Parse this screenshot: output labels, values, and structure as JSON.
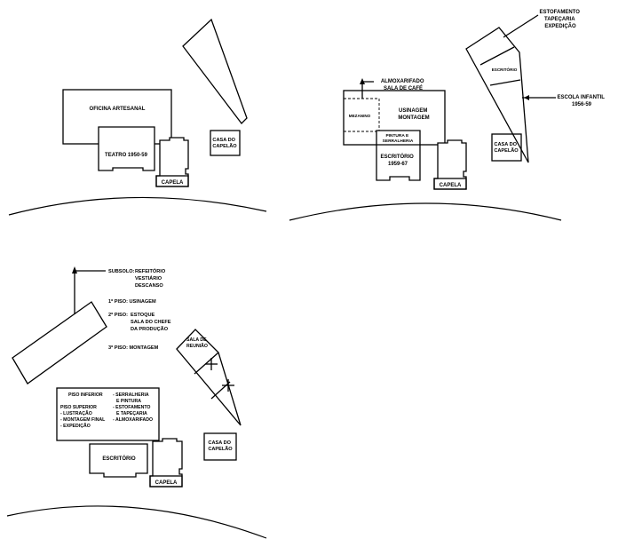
{
  "panel1": {
    "oficina": "OFICINA ARTESANAL",
    "teatro": "TEATRO 1950-59",
    "capela": "CAPELA",
    "casa": [
      "CASA DO",
      "CAPELÃO"
    ]
  },
  "panel2": {
    "estofamento": [
      "ESTOFAMENTO",
      "TAPEÇARIA",
      "EXPEDIÇÃO"
    ],
    "escritorio_small": "ESCRITÓRIO",
    "almox": [
      "ALMOXARIFADO",
      "SALA DE CAFÉ"
    ],
    "mezanino": "MEZANINO",
    "usinagem": [
      "USINAGEM",
      "MONTAGEM"
    ],
    "pintura": [
      "PINTURA E",
      "SERRALHERIA"
    ],
    "escritorio": [
      "ESCRITÓRIO",
      "1959-67"
    ],
    "escola": [
      "ESCOLA INFANTIL",
      "1956-59"
    ],
    "capela": "CAPELA",
    "casa": [
      "CASA DO",
      "CAPELÃO"
    ]
  },
  "panel3": {
    "subsolo": [
      "SUBSOLO:",
      "REFEITÓRIO",
      "VESTIÁRIO",
      "DESCANSO"
    ],
    "piso1": "1º PISO:  USINAGEM",
    "piso2": [
      "2º PISO:",
      "ESTOQUE",
      "SALA DO CHEFE",
      "DA PRODUÇÃO"
    ],
    "piso3": "3º PISO:  MONTAGEM",
    "sala_reuniao": [
      "SALA DE",
      "REUNIÃO"
    ],
    "piso_inferior": [
      "PISO INFERIOR",
      "- SERRALHERIA",
      "E PINTURA",
      "- ESTOFAMENTO",
      "E TAPEÇARIA",
      "- ALMOXARIFADO"
    ],
    "piso_superior": [
      "PISO SUPERIOR",
      "- LUSTRAÇÃO",
      "- MONTAGEM FINAL",
      "- EXPEDIÇÃO"
    ],
    "escritorio": "ESCRITÓRIO",
    "capela": "CAPELA",
    "casa": [
      "CASA DO",
      "CAPELÃO"
    ]
  }
}
